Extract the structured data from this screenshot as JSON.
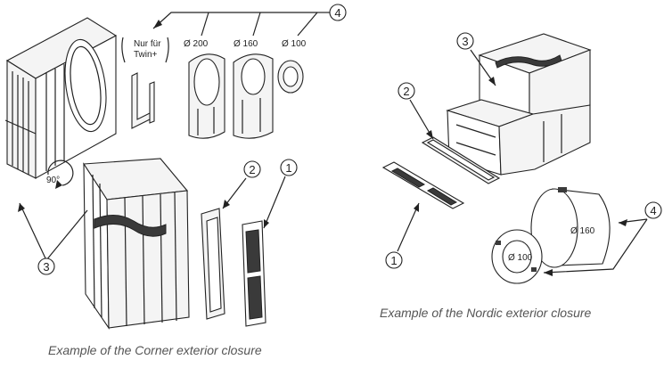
{
  "labels": {
    "nur_fuer": "Nur für",
    "twin_plus": "Twin+",
    "d200": "Ø 200",
    "d160_left": "Ø 160",
    "d100_left": "Ø 100",
    "rotation": "90°",
    "d160_right": "Ø 160",
    "d100_right": "Ø 100"
  },
  "callouts": {
    "c1_left": "1",
    "c2_left": "2",
    "c3_left": "3",
    "c4_left": "4",
    "c1_right": "1",
    "c2_right": "2",
    "c3_right": "3",
    "c4_right": "4"
  },
  "captions": {
    "nordic": "Example of the Nordic exterior closure",
    "corner": "Example of the Corner exterior closure"
  }
}
